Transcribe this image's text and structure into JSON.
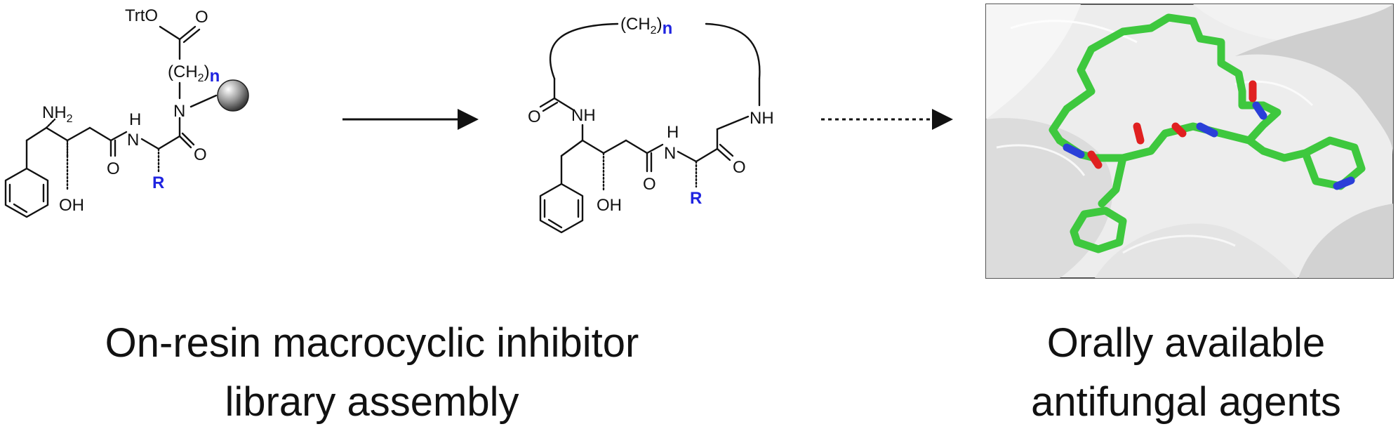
{
  "reactant": {
    "protecting_group": "TrtO",
    "o_top": "O",
    "ch2_group": "(CH",
    "ch2_subscript": "2",
    "ch2_close": ")",
    "n_index": "n",
    "n_atom": "N",
    "nh2": "NH",
    "nh2_subscript": "2",
    "amide_h": "H",
    "amide_n": "N",
    "oh": "OH",
    "o_amide": "O",
    "o_right": "O",
    "r_group": "R"
  },
  "product": {
    "ch2_group": "(CH",
    "ch2_subscript": "2",
    "ch2_close": ")",
    "n_index": "n",
    "o_left": "O",
    "nh_left": "NH",
    "nh_right": "NH",
    "amide_h": "H",
    "amide_n": "N",
    "oh": "OH",
    "o_amide": "O",
    "o_right": "O",
    "r_group": "R"
  },
  "captions": {
    "left_line1": "On-resin macrocyclic inhibitor",
    "left_line2": "library assembly",
    "right_line1": "Orally available",
    "right_line2": "antifungal agents"
  },
  "colors": {
    "ligand_carbon": "#3ec83e",
    "oxygen": "#e02020",
    "nitrogen": "#2a3fd8",
    "r_group": "#1f24e0",
    "surface": "#d9d9d9"
  }
}
